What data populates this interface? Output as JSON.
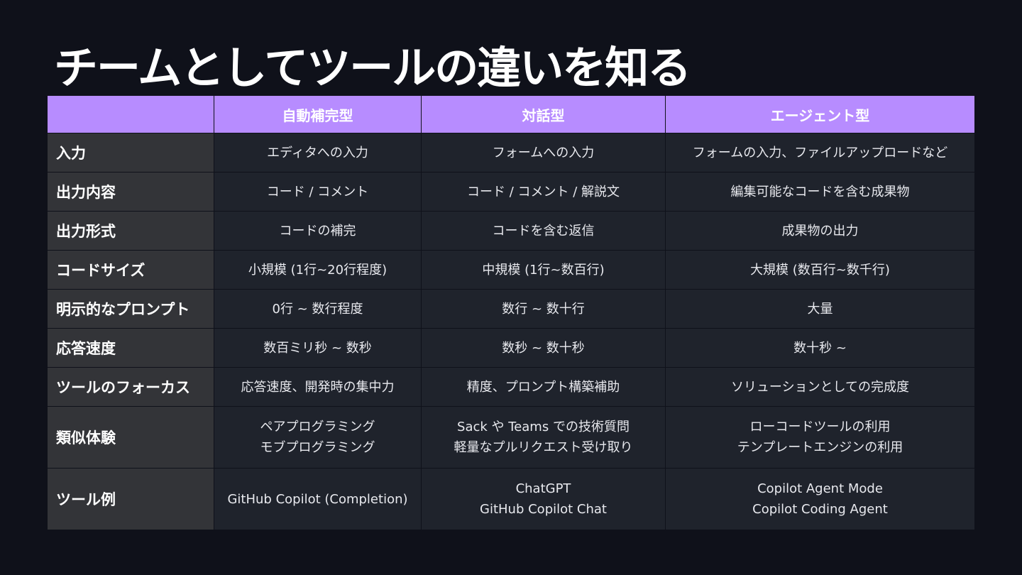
{
  "title": "チームとしてツールの違いを知る",
  "colors": {
    "background": "#0f111a",
    "header": "#b78cff",
    "row_label": "#333438",
    "cell": "#1f232c"
  },
  "table": {
    "columns": [
      "自動補完型",
      "対話型",
      "エージェント型"
    ],
    "rows": [
      {
        "label": "入力",
        "cells": [
          [
            "エディタへの入力"
          ],
          [
            "フォームへの入力"
          ],
          [
            "フォームの入力、ファイルアップロードなど"
          ]
        ]
      },
      {
        "label": "出力内容",
        "cells": [
          [
            "コード / コメント"
          ],
          [
            "コード / コメント / 解説文"
          ],
          [
            "編集可能なコードを含む成果物"
          ]
        ]
      },
      {
        "label": "出力形式",
        "cells": [
          [
            "コードの補完"
          ],
          [
            "コードを含む返信"
          ],
          [
            "成果物の出力"
          ]
        ]
      },
      {
        "label": "コードサイズ",
        "cells": [
          [
            "小規模 (1行~20行程度)"
          ],
          [
            "中規模 (1行~数百行)"
          ],
          [
            "大規模 (数百行~数千行)"
          ]
        ]
      },
      {
        "label": "明示的なプロンプト",
        "cells": [
          [
            "0行 ~ 数行程度"
          ],
          [
            "数行 ~ 数十行"
          ],
          [
            "大量"
          ]
        ]
      },
      {
        "label": "応答速度",
        "cells": [
          [
            "数百ミリ秒 ~ 数秒"
          ],
          [
            "数秒 ~ 数十秒"
          ],
          [
            "数十秒 ~"
          ]
        ]
      },
      {
        "label": "ツールのフォーカス",
        "cells": [
          [
            "応答速度、開発時の集中力"
          ],
          [
            "精度、プロンプト構築補助"
          ],
          [
            "ソリューションとしての完成度"
          ]
        ]
      },
      {
        "label": "類似体験",
        "cells": [
          [
            "ペアプログラミング",
            "モブプログラミング"
          ],
          [
            "Sack や Teams での技術質問",
            "軽量なプルリクエスト受け取り"
          ],
          [
            "ローコードツールの利用",
            "テンプレートエンジンの利用"
          ]
        ]
      },
      {
        "label": "ツール例",
        "cells": [
          [
            "GitHub Copilot (Completion)"
          ],
          [
            "ChatGPT",
            "GitHub Copilot Chat"
          ],
          [
            "Copilot Agent Mode",
            "Copilot Coding Agent"
          ]
        ]
      }
    ]
  }
}
